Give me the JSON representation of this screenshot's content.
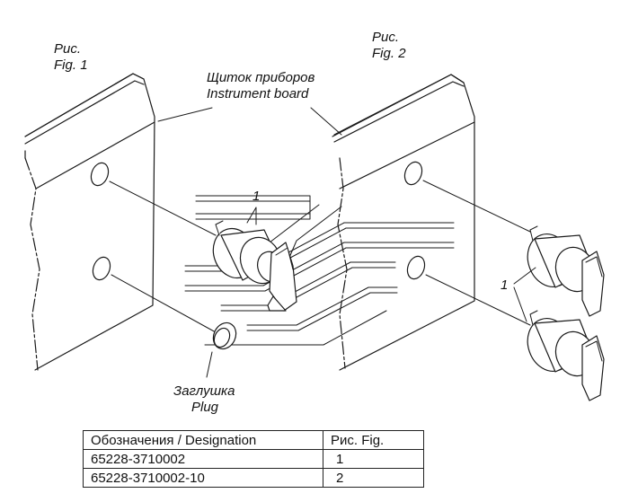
{
  "fig1": {
    "line1": "Рис.",
    "line2": "Fig.",
    "number": "1"
  },
  "fig2": {
    "line1": "Рис.",
    "line2": "Fig.",
    "number": "2"
  },
  "instrument_board": {
    "ru": "Щиток приборов",
    "en": "Instrument board"
  },
  "plug": {
    "ru": "Заглушка",
    "en": "Plug"
  },
  "callouts": {
    "switch_fig1": "1",
    "switch_fig2": "1"
  },
  "table": {
    "headers": [
      "Обозначения / Designation",
      "Рис. Fig."
    ],
    "rows": [
      [
        "65228-3710002",
        "1"
      ],
      [
        "65228-3710002-10",
        "2"
      ]
    ]
  },
  "colors": {
    "line": "#1a1a1a",
    "background": "#ffffff"
  }
}
